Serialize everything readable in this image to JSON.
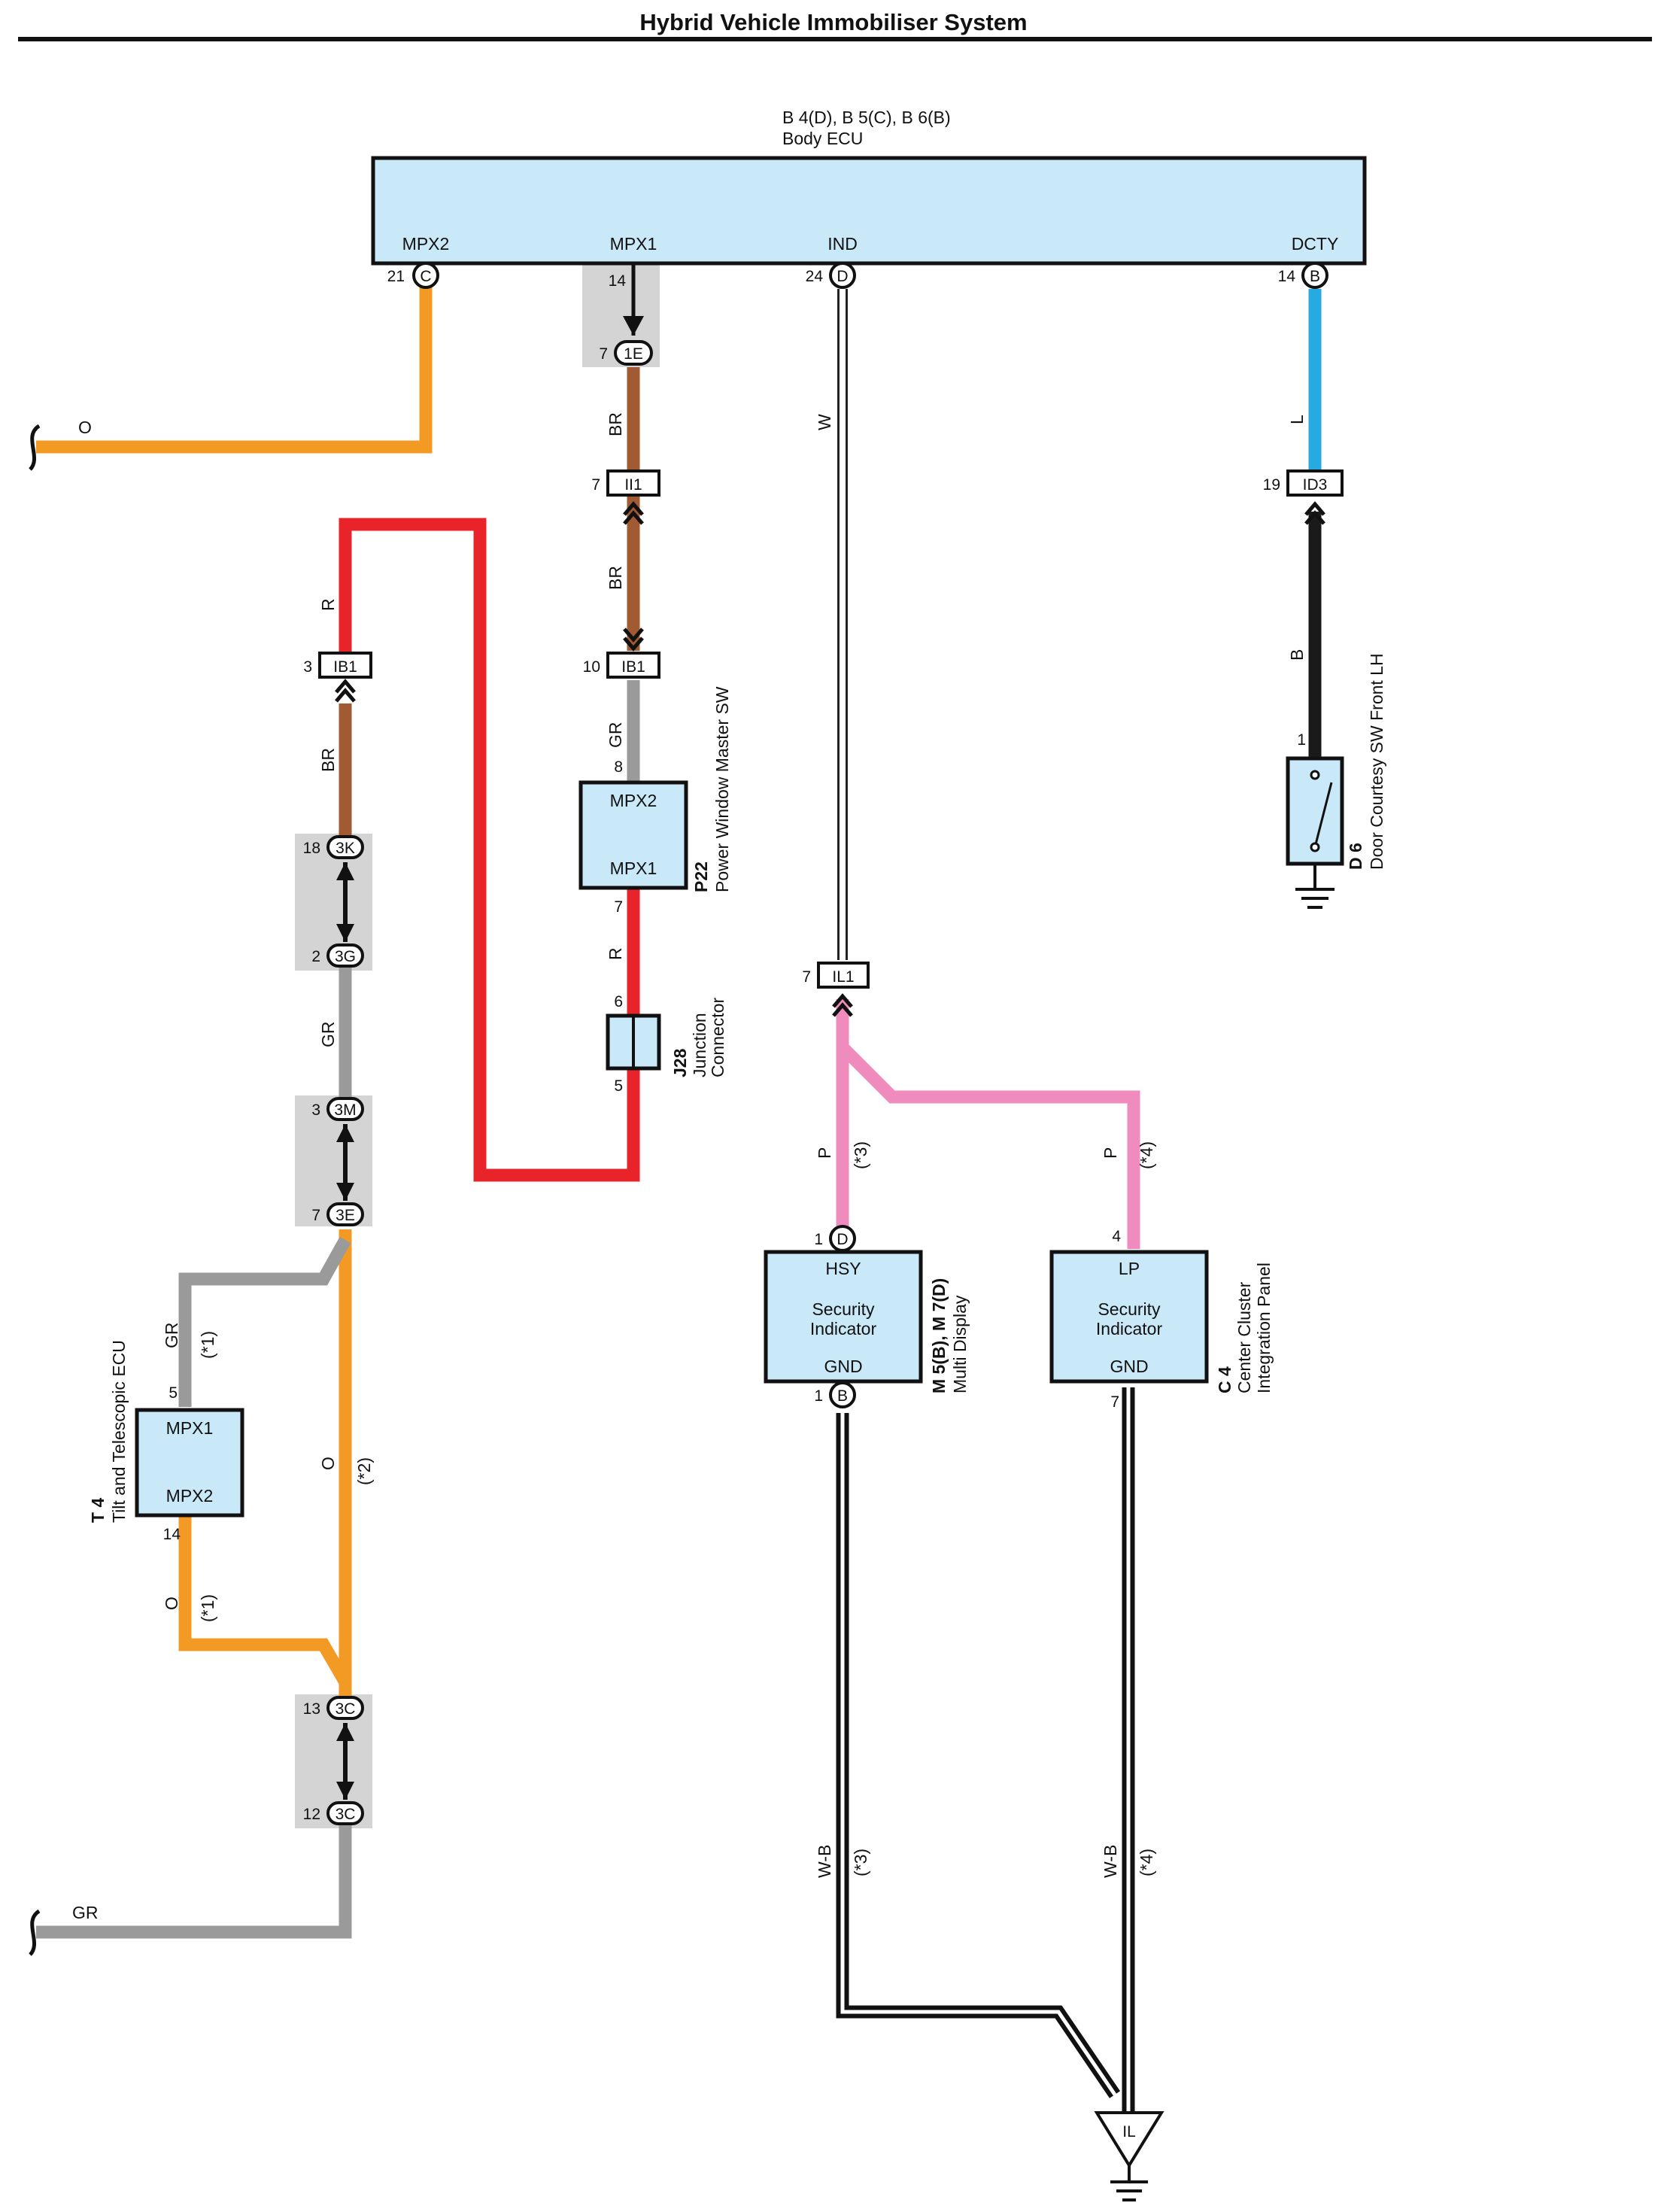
{
  "page": {
    "title": "Hybrid Vehicle Immobiliser System"
  },
  "colors": {
    "orange": "#f39a25",
    "red": "#e8232a",
    "brown": "#a25a33",
    "gray": "#9a9a9a",
    "blue": "#27aae1",
    "black": "#1a1a1a",
    "pink": "#ef8bbd",
    "component_fill": "#c9e8f8",
    "connector_gray": "#d4d4d4"
  },
  "body_ecu": {
    "codes": "B 4(D), B 5(C), B 6(B)",
    "name": "Body ECU",
    "mpx2_label": "MPX2",
    "mpx2_pin": "21",
    "mpx2_conn": "C",
    "mpx1_label": "MPX1",
    "mpx1_pin": "14",
    "ind_label": "IND",
    "ind_pin": "24",
    "ind_conn": "D",
    "dcty_label": "DCTY",
    "dcty_pin": "14",
    "dcty_conn": "B"
  },
  "connectors": {
    "c1e": {
      "name": "1E",
      "pin": "7"
    },
    "ii1": {
      "name": "II1",
      "pin": "7"
    },
    "ib1_right": {
      "name": "IB1",
      "pin": "10"
    },
    "ib1_left": {
      "name": "IB1",
      "pin": "3"
    },
    "id3": {
      "name": "ID3",
      "pin": "19"
    },
    "il1": {
      "name": "IL1",
      "pin": "7"
    },
    "c3k": {
      "name": "3K",
      "pin": "18"
    },
    "c3g": {
      "name": "3G",
      "pin": "2"
    },
    "c3m": {
      "name": "3M",
      "pin": "3"
    },
    "c3e": {
      "name": "3E",
      "pin": "7"
    },
    "c3c_top": {
      "name": "3C",
      "pin": "13"
    },
    "c3c_bot": {
      "name": "3C",
      "pin": "12"
    },
    "ground_il": {
      "name": "IL"
    }
  },
  "wires": {
    "o_top": "O",
    "br_1": "BR",
    "br_2": "BR",
    "gr_pw": "GR",
    "r_pw": "R",
    "r_left": "R",
    "br_left": "BR",
    "gr_left": "GR",
    "o_left": "O",
    "o_left_note": "(*2)",
    "gr_t4": "GR",
    "gr_t4_note": "(*1)",
    "o_t4": "O",
    "o_t4_note": "(*1)",
    "gr_bottom": "GR",
    "w": "W",
    "l": "L",
    "b": "B",
    "p_left": "P",
    "p_left_note": "(*3)",
    "p_right": "P",
    "p_right_note": "(*4)",
    "wb_left": "W-B",
    "wb_left_note": "(*3)",
    "wb_right": "W-B",
    "wb_right_note": "(*4)"
  },
  "components": {
    "p22": {
      "code": "P22",
      "name": "Power Window Master SW",
      "top_label": "MPX2",
      "bottom_label": "MPX1",
      "top_pin": "8",
      "bottom_pin": "7"
    },
    "j28": {
      "code": "J28",
      "name_line1": "Junction",
      "name_line2": "Connector",
      "top_pin": "6",
      "bottom_pin": "5"
    },
    "t4": {
      "code": "T 4",
      "name": "Tilt and Telescopic ECU",
      "top_label": "MPX1",
      "bottom_label": "MPX2",
      "top_pin": "5",
      "bottom_pin": "14"
    },
    "d6": {
      "code": "D 6",
      "name": "Door Courtesy SW Front LH",
      "pin": "1"
    },
    "m5": {
      "code": "M 5(B), M 7(D)",
      "name": "Multi Display",
      "top_label": "HSY",
      "mid_line1": "Security",
      "mid_line2": "Indicator",
      "bottom_label": "GND",
      "top_pin": "1",
      "top_conn": "D",
      "bottom_pin": "1",
      "bottom_conn": "B"
    },
    "c4": {
      "code": "C 4",
      "name_line1": "Center Cluster",
      "name_line2": "Integration Panel",
      "top_label": "LP",
      "mid_line1": "Security",
      "mid_line2": "Indicator",
      "bottom_label": "GND",
      "top_pin": "4",
      "bottom_pin": "7"
    }
  }
}
